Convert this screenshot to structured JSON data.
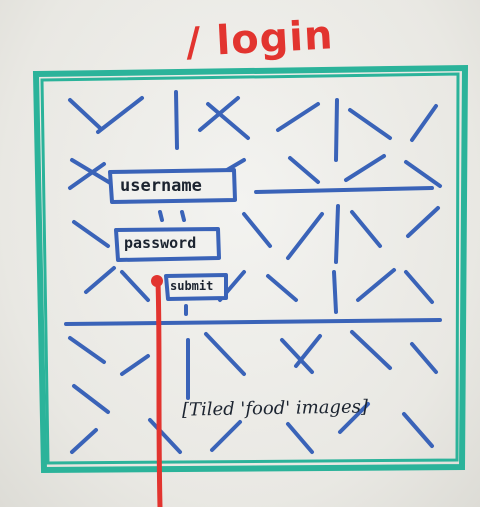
{
  "route": {
    "title": "/ login"
  },
  "form": {
    "username_label": "username",
    "password_label": "password",
    "submit_label": "submit"
  },
  "background": {
    "caption": "[Tiled 'food' images]"
  },
  "colors": {
    "frame": "#2bb39a",
    "sketch_lines": "#3a63b8",
    "route_text": "#e2342f",
    "ink": "#1c2430",
    "whiteboard": "#ecebe7"
  }
}
